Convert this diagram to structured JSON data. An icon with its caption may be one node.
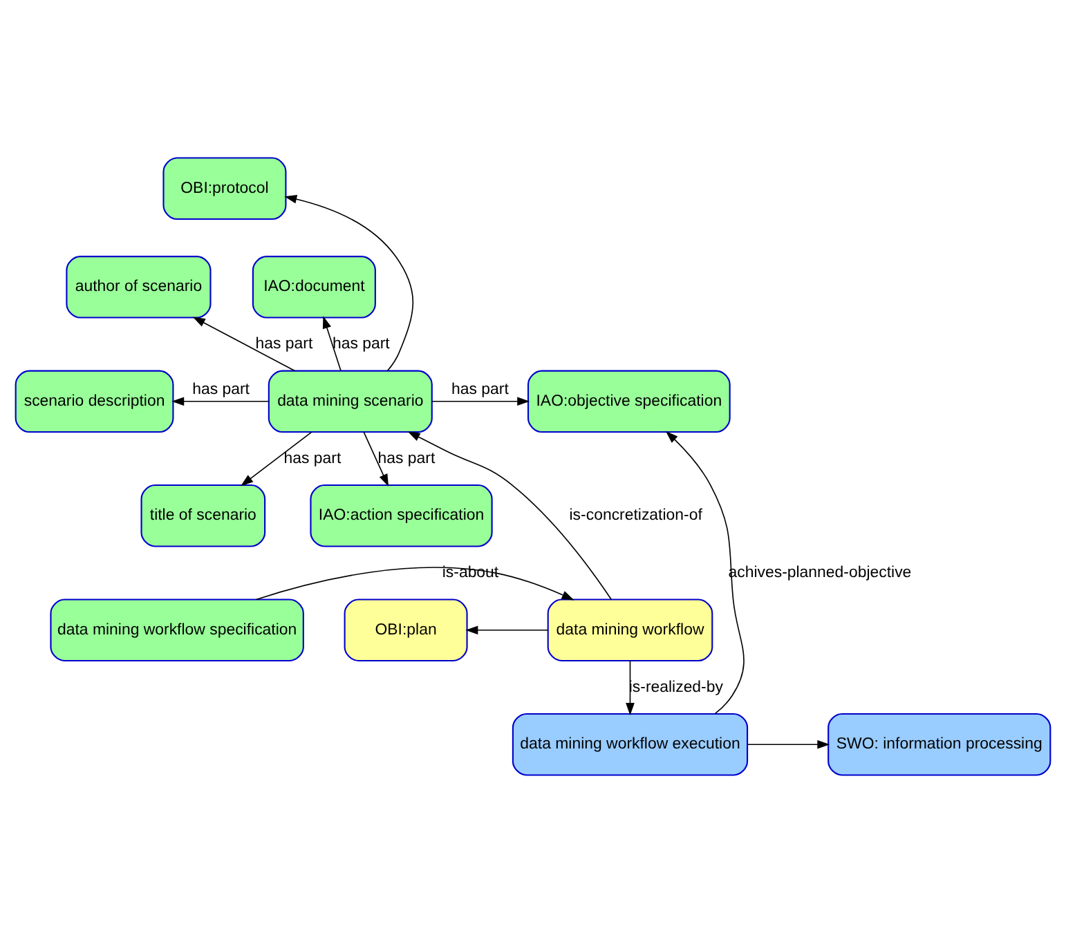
{
  "diagram": {
    "nodes": [
      {
        "text": [
          "OBI:protocol"
        ]
      },
      {
        "text": [
          "author of scenario"
        ]
      },
      {
        "text": [
          "data mining scenario"
        ]
      },
      {
        "text": [
          "IAO:document"
        ]
      },
      {
        "text": [
          "scenario description"
        ]
      },
      {
        "text": [
          "IAO:objective specification"
        ]
      },
      {
        "text": [
          "title of scenario"
        ]
      },
      {
        "text": [
          "IAO:action specification"
        ]
      },
      {
        "text": [
          "data mining workflow specification"
        ]
      },
      {
        "text": [
          "data mining workflow"
        ]
      },
      {
        "text": [
          "OBI:plan"
        ]
      },
      {
        "text": [
          "SWO: information processing"
        ]
      },
      {
        "text": [
          "data mining workflow execution"
        ]
      }
    ],
    "edges": [
      {
        "from": 2,
        "to": 0,
        "arrow": "to"
      },
      {
        "from": 2,
        "to": 1,
        "arrow": "to",
        "label": "has part"
      },
      {
        "from": 2,
        "to": 3,
        "arrow": "to",
        "label": "has part"
      },
      {
        "from": 2,
        "to": 4,
        "arrow": "to",
        "label": "has part"
      },
      {
        "from": 2,
        "to": 5,
        "arrow": "to",
        "label": "has part"
      },
      {
        "from": 2,
        "to": 6,
        "arrow": "to",
        "label": "has part"
      },
      {
        "from": 2,
        "to": 7,
        "arrow": "to",
        "label": "has part"
      },
      {
        "from": 9,
        "to": 2,
        "arrow": "to",
        "label": "is-concretization-of"
      },
      {
        "from": 8,
        "to": 9,
        "arrow": "to",
        "label": "is-about"
      },
      {
        "from": 9,
        "to": 10,
        "arrow": "to"
      },
      {
        "from": 9,
        "to": 12,
        "arrow": "to",
        "label": "is-realized-by"
      },
      {
        "from": 12,
        "to": 11,
        "arrow": "to"
      },
      {
        "from": 12,
        "to": 5,
        "arrow": "to",
        "label": "achives-planned-objective"
      }
    ]
  }
}
